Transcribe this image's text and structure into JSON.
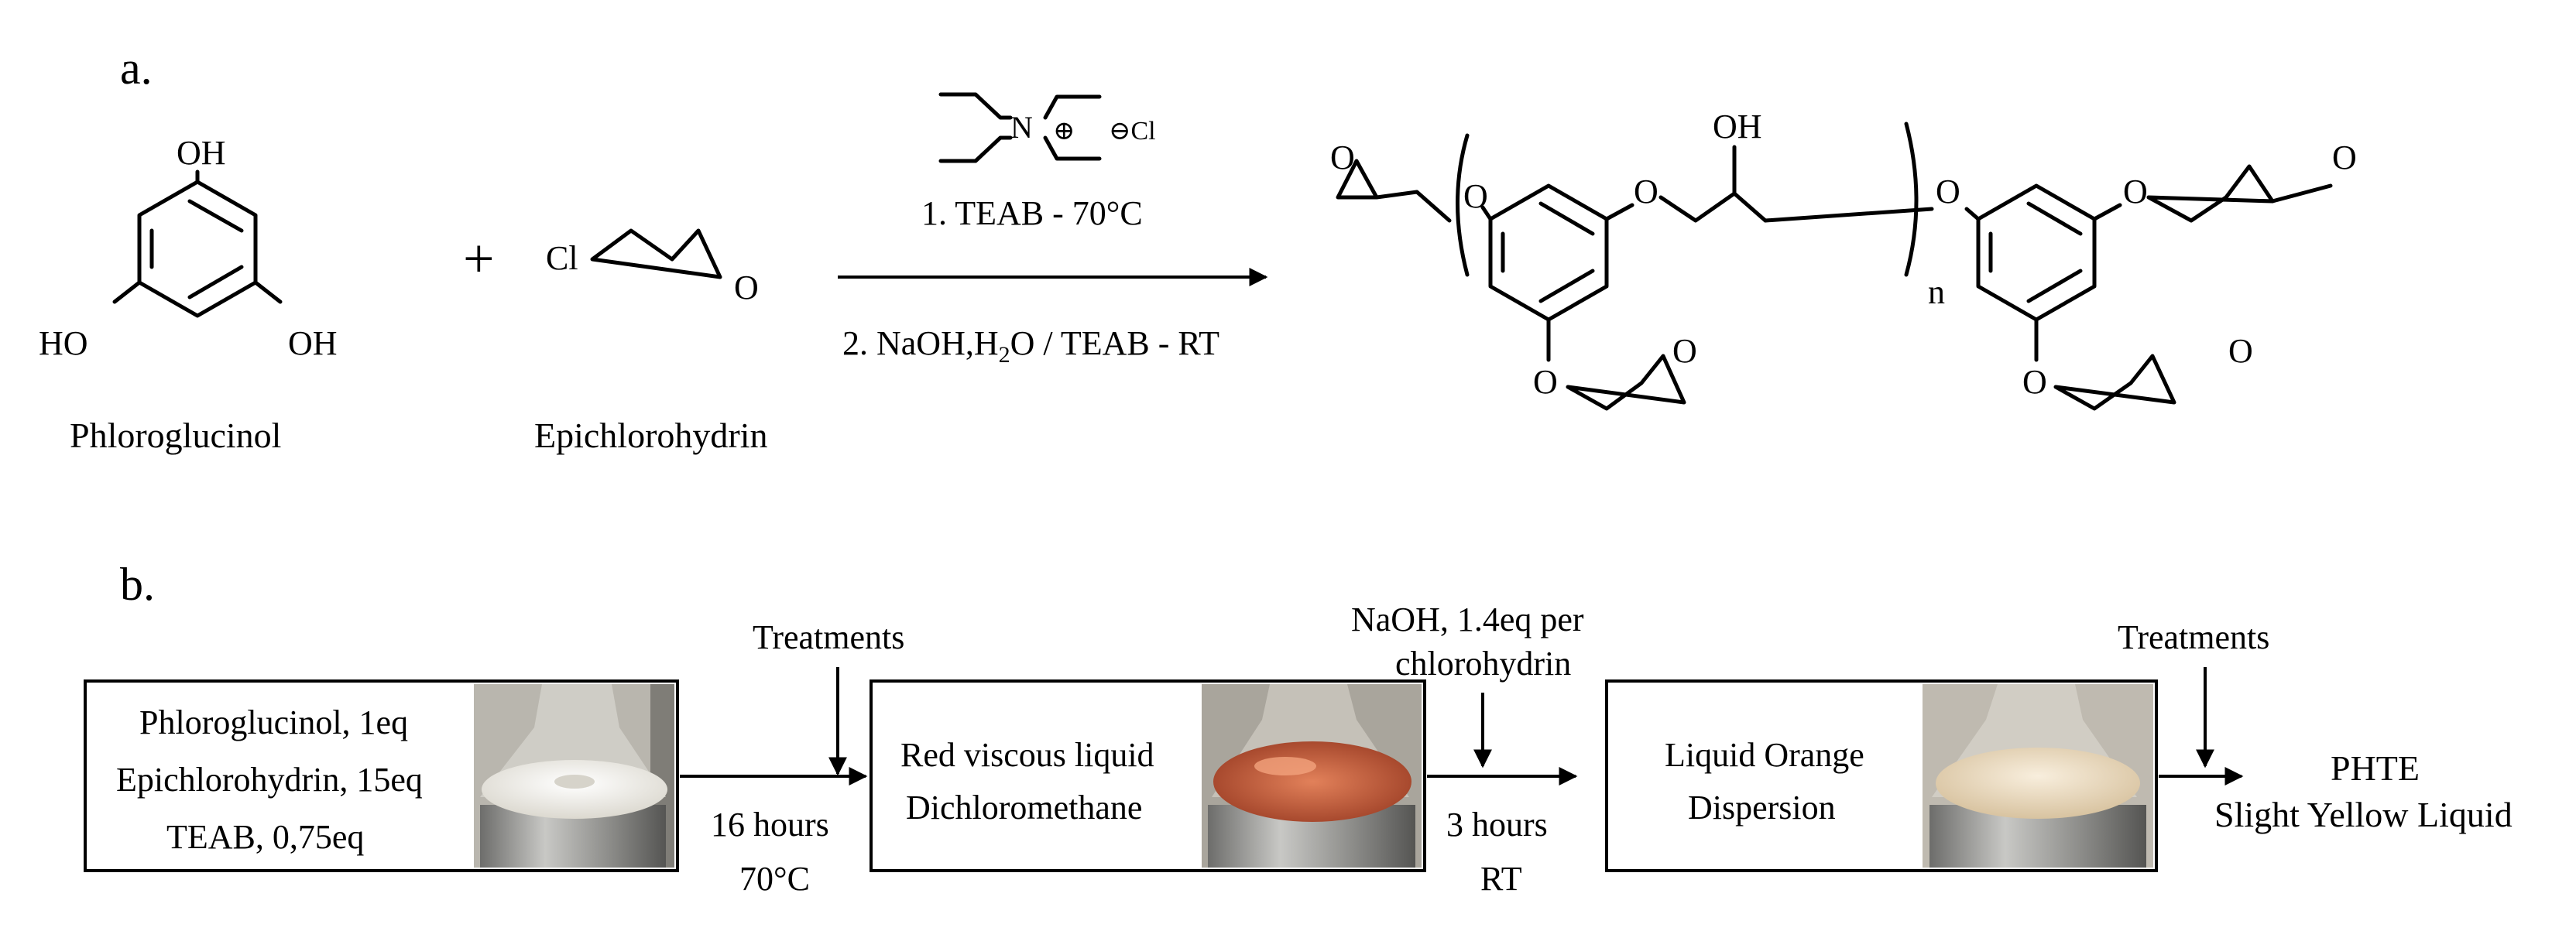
{
  "panel_a": {
    "label": "a.",
    "reactant1": {
      "name": "Phloroglucinol",
      "oh_top": "OH",
      "oh_left": "HO",
      "oh_right": "OH"
    },
    "plus": "+",
    "reactant2": {
      "name": "Epichlorohydrin",
      "cl": "Cl",
      "o": "O"
    },
    "catalyst": {
      "n": "N",
      "plus": "⊕",
      "anion": "⊖Cl"
    },
    "step1": "1. TEAB - 70°C",
    "step2_pre": "2. NaOH,H",
    "step2_sub": "2",
    "step2_post": "O / TEAB - RT",
    "product": {
      "o": "O",
      "oh": "OH",
      "n": "n"
    }
  },
  "panel_b": {
    "label": "b.",
    "box1": {
      "lines": [
        "Phloroglucinol, 1eq",
        "Epichlorohydrin, 15eq",
        "TEAB, 0,75eq"
      ]
    },
    "treatments1": "Treatments",
    "cond1": {
      "time": "16 hours",
      "temp": "70°C"
    },
    "box2": {
      "lines": [
        "Red viscous liquid",
        "Dichloromethane"
      ]
    },
    "naoh": [
      "NaOH, 1.4eq per",
      "chlorohydrin"
    ],
    "cond2": {
      "time": "3 hours",
      "temp": "RT"
    },
    "box3": {
      "lines": [
        "Liquid Orange",
        "Dispersion"
      ]
    },
    "treatments2": "Treatments",
    "final": {
      "name": "PHTE",
      "desc": "Slight Yellow Liquid"
    }
  },
  "colors": {
    "flask1_liquid": "#f1efe9",
    "flask2_liquid": "#c9623f",
    "flask3_liquid": "#ecdcc4",
    "photo_bg": "#b9b6ae",
    "metal": "#9a9a98"
  }
}
